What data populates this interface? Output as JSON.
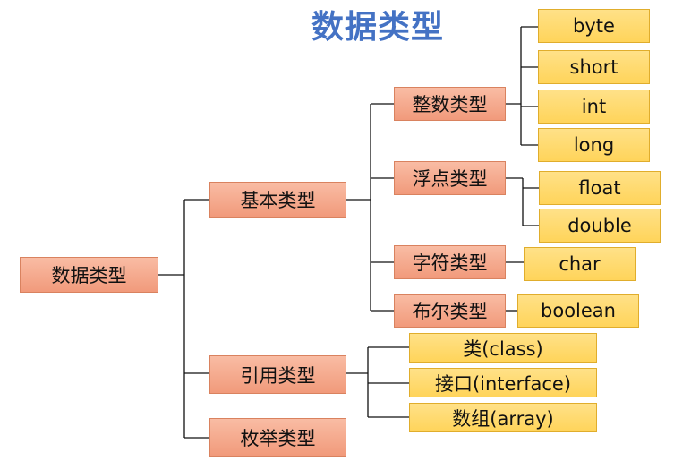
{
  "title": "数据类型",
  "root": "数据类型",
  "level1": {
    "basic": "基本类型",
    "reference": "引用类型",
    "enum": "枚举类型"
  },
  "basic_types": {
    "integer": "整数类型",
    "float": "浮点类型",
    "char": "字符类型",
    "boolean": "布尔类型"
  },
  "leaves": {
    "integer": [
      "byte",
      "short",
      "int",
      "long"
    ],
    "float": [
      "float",
      "double"
    ],
    "char": [
      "char"
    ],
    "boolean": [
      "boolean"
    ],
    "reference": [
      "类(class)",
      "接口(interface)",
      "数组(array)"
    ]
  }
}
